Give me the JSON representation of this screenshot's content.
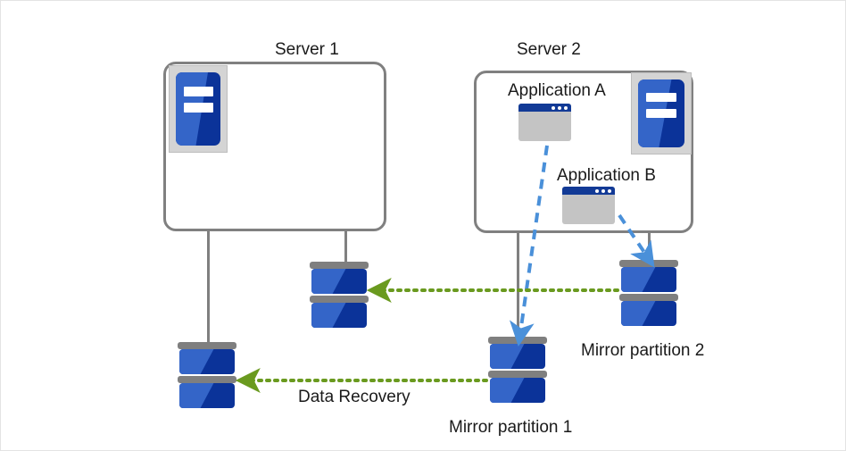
{
  "diagram": {
    "title_server1": "Server 1",
    "title_server2": "Server 2",
    "app_a": "Application  A",
    "app_b": "Application  B",
    "mirror_partition_1": "Mirror partition 1",
    "mirror_partition_2": "Mirror partition 2",
    "data_recovery": "Data Recovery",
    "icons": {
      "server_tower": "server-tower-icon",
      "app_window": "application-window-icon",
      "disk_stack": "disk-stack-icon"
    },
    "colors": {
      "blue_light": "#3465c8",
      "blue_dark": "#0b3399",
      "gray_line": "#808080",
      "gray_plate": "#7f7f7f",
      "app_body": "#c4c4c4",
      "app_title": "#123a96",
      "arrow_blue": "#4a90d9",
      "arrow_green": "#6a9a1f",
      "canvas_border": "#e3e3e3",
      "text": "#1a1a1a"
    },
    "arrows": [
      {
        "name": "app-a-to-mirror-1",
        "style": "dashed",
        "color": "#4a90d9",
        "from": "Application A",
        "to": "Mirror partition 1"
      },
      {
        "name": "app-b-to-mirror-2",
        "style": "dashed",
        "color": "#4a90d9",
        "from": "Application B",
        "to": "Mirror partition 2"
      },
      {
        "name": "mirror-2-to-server1-disk-upper",
        "style": "dotted",
        "color": "#6a9a1f",
        "from": "Mirror partition 2",
        "to": "Server 1 upper disk"
      },
      {
        "name": "mirror-1-to-server1-disk-lower",
        "style": "dotted",
        "color": "#6a9a1f",
        "from": "Mirror partition 1",
        "to": "Server 1 lower disk",
        "label": "Data Recovery"
      }
    ]
  }
}
